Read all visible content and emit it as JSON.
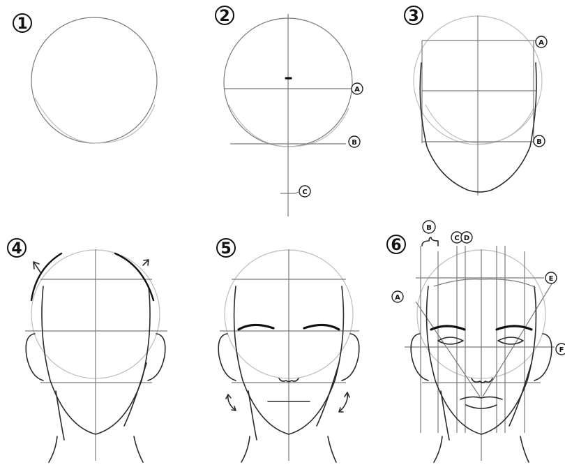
{
  "steps": [
    {
      "number": "1"
    },
    {
      "number": "2",
      "labels": [
        "A",
        "B",
        "C"
      ]
    },
    {
      "number": "3",
      "labels": [
        "A",
        "B"
      ]
    },
    {
      "number": "4"
    },
    {
      "number": "5"
    },
    {
      "number": "6",
      "labels": [
        "B",
        "C",
        "D",
        "A",
        "E",
        "F"
      ]
    }
  ]
}
